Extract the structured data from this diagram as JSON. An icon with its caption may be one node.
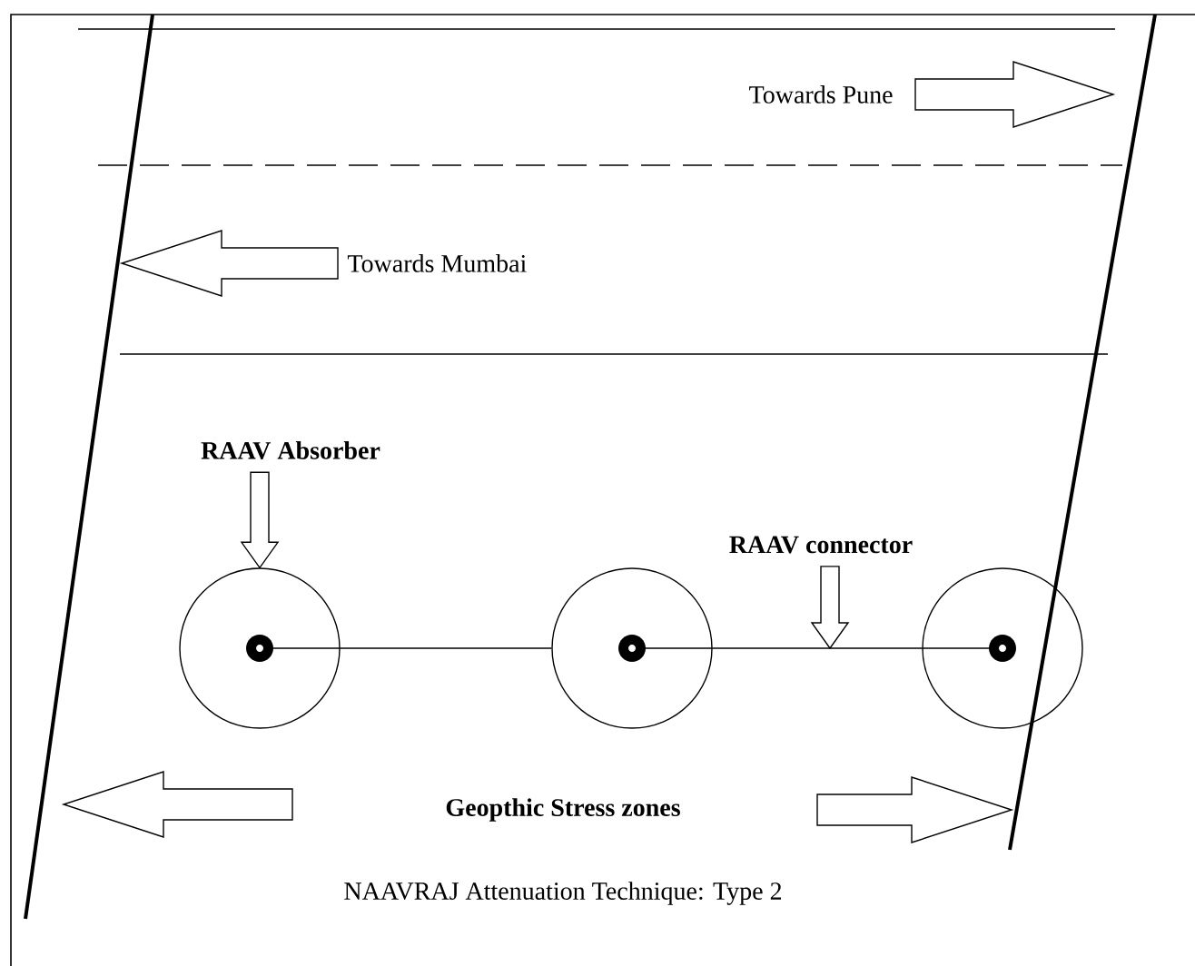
{
  "diagram": {
    "caption": "NAAVRAJ Attenuation Technique: Type 2",
    "nodes": [
      {
        "text": [
          "RAAV Absorber"
        ]
      },
      {
        "text": [
          "RAAV connector"
        ]
      },
      {
        "text": [],
        "shape": "circle"
      },
      {
        "text": [],
        "shape": "circle"
      },
      {
        "text": [],
        "shape": "circle"
      }
    ],
    "edges": [
      {
        "from": 0,
        "to": 2,
        "arrow": "to"
      },
      {
        "from": 1,
        "to": null,
        "arrow": "to"
      },
      {
        "from": 2,
        "to": 3,
        "arrow": "none"
      },
      {
        "from": 3,
        "to": 4,
        "arrow": "none"
      }
    ],
    "labels": [
      "Towards Pune",
      "Towards Mumbai",
      "Geopthic Stress zones"
    ]
  }
}
